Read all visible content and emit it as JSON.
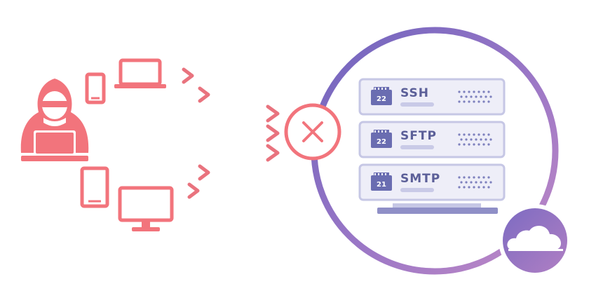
{
  "servers": [
    {
      "label": "SSH",
      "port": "22"
    },
    {
      "label": "SFTP",
      "port": "22"
    },
    {
      "label": "SMTP",
      "port": "21"
    }
  ],
  "colors": {
    "attacker": "#f2747c",
    "gradient_start": "#8066c4",
    "gradient_end": "#e9737e",
    "ring_start": "#7067c0",
    "ring_end": "#b785c4",
    "server_fill": "#eeeef8",
    "server_stroke": "#c6c7e5",
    "server_text": "#5b5f98",
    "cloud_badge": "#9071c0",
    "block_icon": "#f2747c"
  },
  "icons": [
    "hacker-icon",
    "laptop-icon",
    "phone-icon",
    "tablet-icon",
    "monitor-icon",
    "block-icon",
    "server-rack-icon",
    "cloud-icon"
  ]
}
